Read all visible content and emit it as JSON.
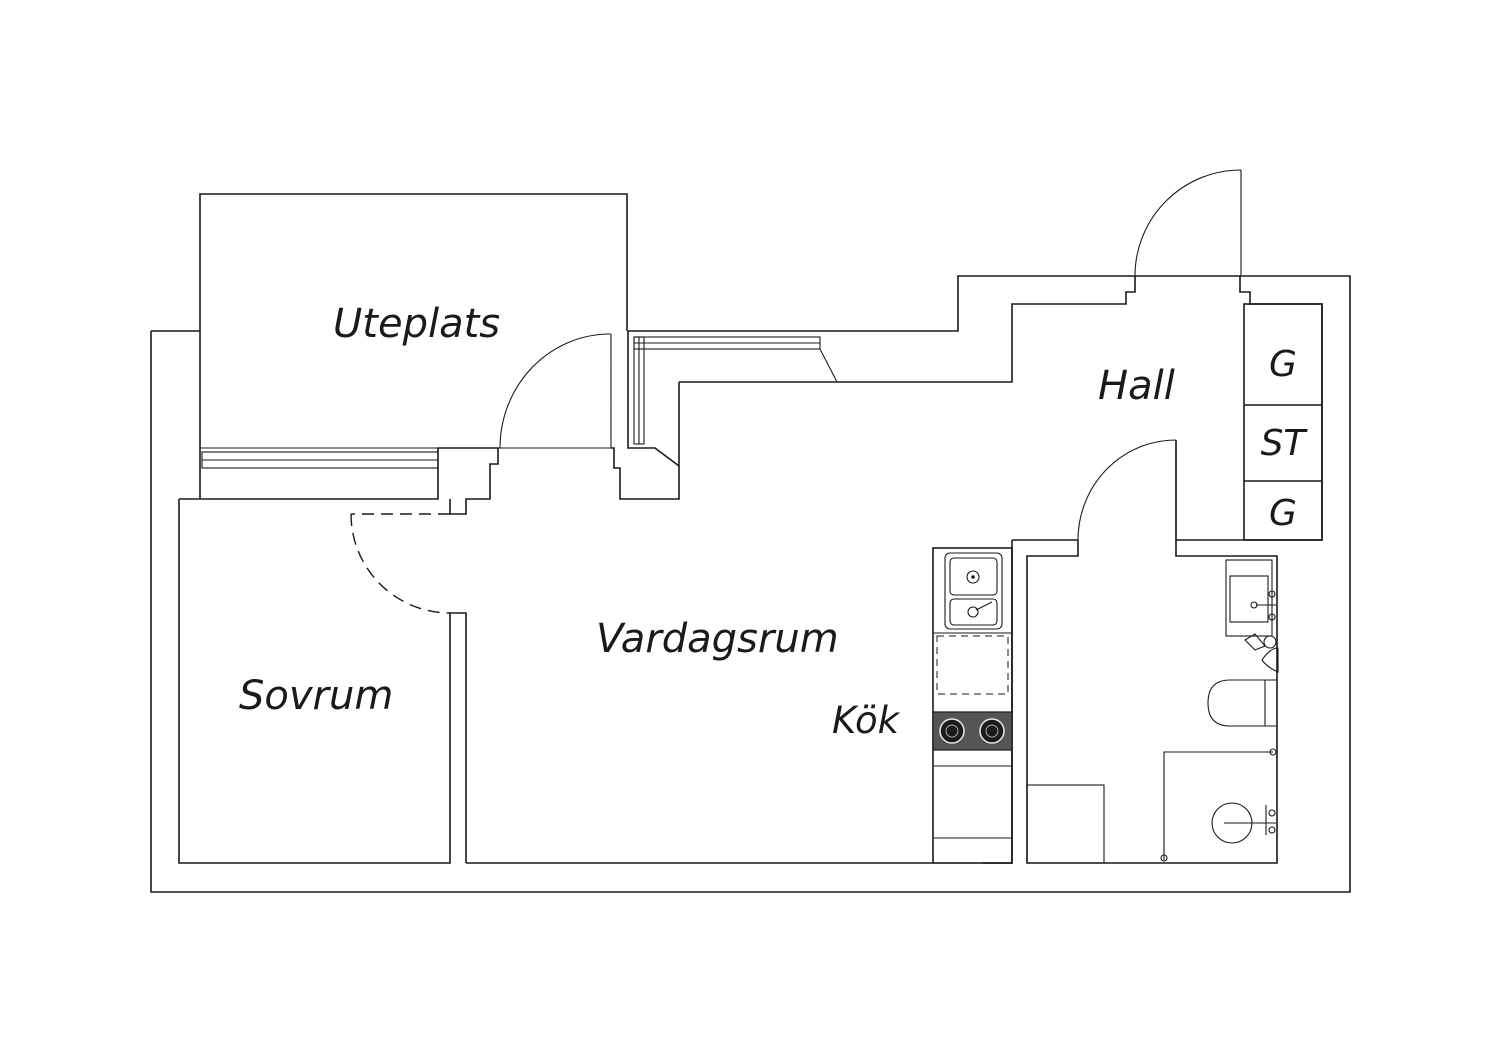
{
  "plan": {
    "rooms": {
      "uteplats": "Uteplats",
      "hall": "Hall",
      "vardagsrum": "Vardagsrum",
      "sovrum": "Sovrum",
      "kok": "Kök"
    },
    "closets": [
      "G",
      "ST",
      "G"
    ],
    "colors": {
      "line": "#1a1a1a",
      "background": "#ffffff",
      "stove": "#555555"
    }
  }
}
